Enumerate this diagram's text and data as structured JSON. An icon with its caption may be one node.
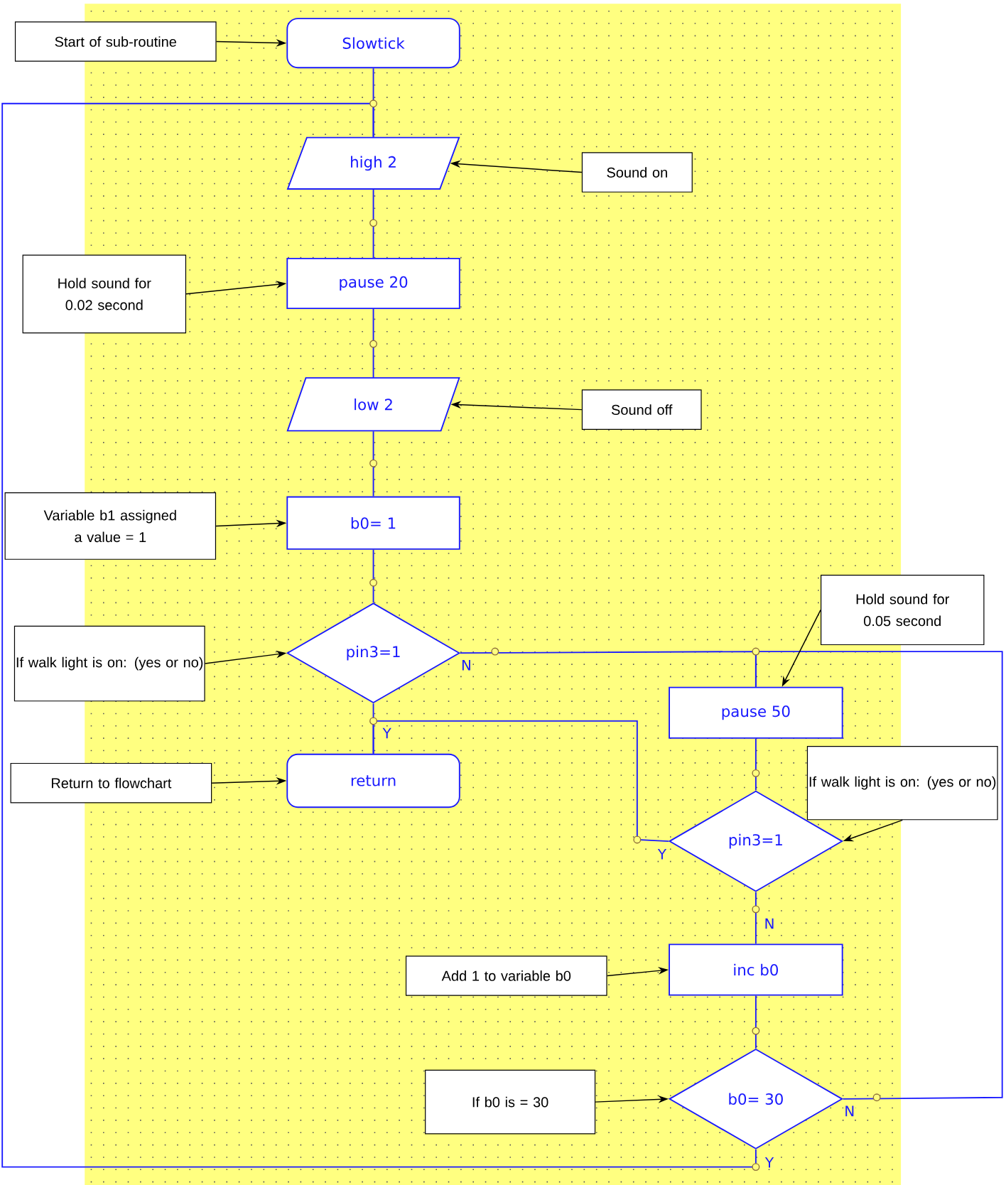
{
  "diagram": {
    "nodes": [
      {
        "text": [
          "Slowtick"
        ]
      },
      {
        "text": [
          "high 2"
        ]
      },
      {
        "text": [
          "pause 20"
        ]
      },
      {
        "text": [
          "low 2"
        ]
      },
      {
        "text": [
          "b0= 1"
        ]
      },
      {
        "text": [
          "pin3=1"
        ]
      },
      {
        "text": [
          "return"
        ]
      },
      {
        "text": [
          "pause 50"
        ]
      },
      {
        "text": [
          "pin3=1"
        ]
      },
      {
        "text": [
          "inc b0"
        ]
      },
      {
        "text": [
          "b0= 30"
        ]
      },
      {
        "text": [
          "Start of sub-routine"
        ]
      },
      {
        "text": [
          "Sound on"
        ]
      },
      {
        "text": [
          "Hold sound for 0.02 second"
        ]
      },
      {
        "text": [
          "Sound off"
        ]
      },
      {
        "text": [
          "Variable b1 assigned a value = 1"
        ]
      },
      {
        "text": [
          "If walk light is on: (yes or no)"
        ]
      },
      {
        "text": [
          "Return to flowchart"
        ]
      },
      {
        "text": [
          "Hold sound for 0.05 second"
        ]
      },
      {
        "text": [
          "If walk light is on: (yes or no)"
        ]
      },
      {
        "text": [
          "Add 1 to variable b0"
        ]
      },
      {
        "text": [
          "If b0 is = 30"
        ]
      }
    ],
    "edges": [
      {
        "from": 0,
        "to": 1,
        "arrow": "none"
      },
      {
        "from": 1,
        "to": 2,
        "arrow": "none"
      },
      {
        "from": 2,
        "to": 3,
        "arrow": "none"
      },
      {
        "from": 3,
        "to": 4,
        "arrow": "none"
      },
      {
        "from": 4,
        "to": 5,
        "arrow": "none"
      },
      {
        "from": 5,
        "to": 6,
        "arrow": "none",
        "label": "Y"
      },
      {
        "from": 5,
        "to": 7,
        "arrow": "none",
        "label": "N"
      },
      {
        "from": 7,
        "to": 8,
        "arrow": "none"
      },
      {
        "from": 8,
        "to": 6,
        "arrow": "none",
        "label": "Y"
      },
      {
        "from": 8,
        "to": 9,
        "arrow": "none",
        "label": "N"
      },
      {
        "from": 9,
        "to": 10,
        "arrow": "none"
      },
      {
        "from": 10,
        "to": 1,
        "arrow": "none",
        "label": "Y"
      },
      {
        "from": 10,
        "to": 7,
        "arrow": "none",
        "label": "N"
      },
      {
        "from": 11,
        "to": 0,
        "arrow": "to",
        "color": "#000000"
      },
      {
        "from": 12,
        "to": 1,
        "arrow": "to",
        "color": "#000000"
      },
      {
        "from": 13,
        "to": 2,
        "arrow": "to",
        "color": "#000000"
      },
      {
        "from": 14,
        "to": 3,
        "arrow": "to",
        "color": "#000000"
      },
      {
        "from": 15,
        "to": 4,
        "arrow": "to",
        "color": "#000000"
      },
      {
        "from": 16,
        "to": 5,
        "arrow": "to",
        "color": "#000000"
      },
      {
        "from": 17,
        "to": 6,
        "arrow": "to",
        "color": "#000000"
      },
      {
        "from": 18,
        "to": 7,
        "arrow": "to",
        "color": "#000000"
      },
      {
        "from": 19,
        "to": 8,
        "arrow": "to",
        "color": "#000000"
      },
      {
        "from": 20,
        "to": 9,
        "arrow": "to",
        "color": "#000000"
      },
      {
        "from": 21,
        "to": 10,
        "arrow": "to",
        "color": "#000000"
      }
    ]
  }
}
